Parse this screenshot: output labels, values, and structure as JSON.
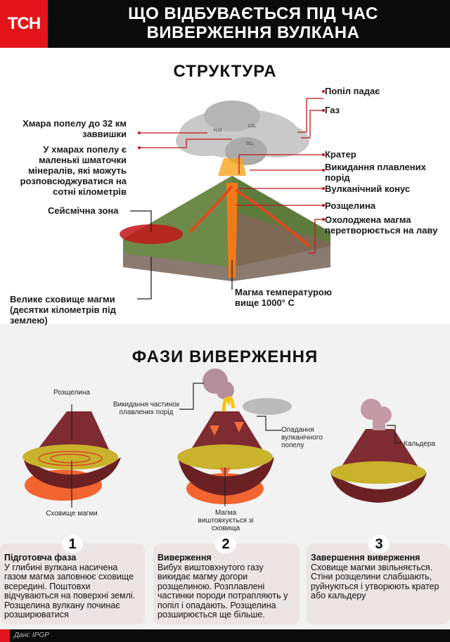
{
  "header": {
    "logo": "ТСН",
    "title_line1": "ЩО ВІДБУВАЄТЬСЯ ПІД ЧАС",
    "title_line2": "ВИВЕРЖЕННЯ ВУЛКАНА"
  },
  "structure": {
    "heading": "СТРУКТУРА",
    "labels": {
      "ash_falls": "Попіл падає",
      "gas": "Газ",
      "ash_cloud": "Хмара попелу до 32 км заввишки",
      "minerals": "У хмарах попелу є маленькі шматочки мінералів, які можуть розповсюджуватися на сотні кілометрів",
      "crater": "Кратер",
      "ejection": "Викидання плавлених порід",
      "cone": "Вулканічний конус",
      "fissure": "Розщелина",
      "seismic": "Сейсмічна зона",
      "cooled": "Охолоджена магма перетворюється на лаву",
      "reservoir": "Велике сховище магми (десятки кілометрів під землею)",
      "magma_temp": "Магма температурою вище 1000° C"
    },
    "gases": [
      "H2O",
      "CO2",
      "SO2"
    ]
  },
  "phases": {
    "heading": "ФАЗИ ВИВЕРЖЕННЯ",
    "labels": {
      "fissure": "Розщелина",
      "reservoir": "Сховище магми",
      "ejection": "Викидання частинок плавлених порід",
      "ash_fall": "Опадання вулканічного попелу",
      "pushed": "Магма виштовхується зі сховища",
      "caldera": "Кальдера"
    },
    "cards": [
      {
        "num": "1",
        "title": "Підготовча фаза",
        "text": "У глибині вулкана насичена газом магма заповнює сховище всередині. Поштовхи відчуваються на поверхні землі. Розщелина вулкану починає розширюватися"
      },
      {
        "num": "2",
        "title": "Виверження",
        "text": "Вибух виштовхнутого газу викидає магму догори розщелиною. Розплавлені частинки породи потрапляють у попіл і опадають. Розщелина розширюється ще більше."
      },
      {
        "num": "3",
        "title": "Завершення виверження",
        "text": "Сховище магми звільняється. Стіни розщелини слабшають, руйнуються і утворюють кратер або кальдеру"
      }
    ]
  },
  "footer": {
    "source": "Дані: IPGP"
  },
  "colors": {
    "accent": "#e3151b",
    "header": "#0b0b0b",
    "card": "#ede5e3"
  }
}
